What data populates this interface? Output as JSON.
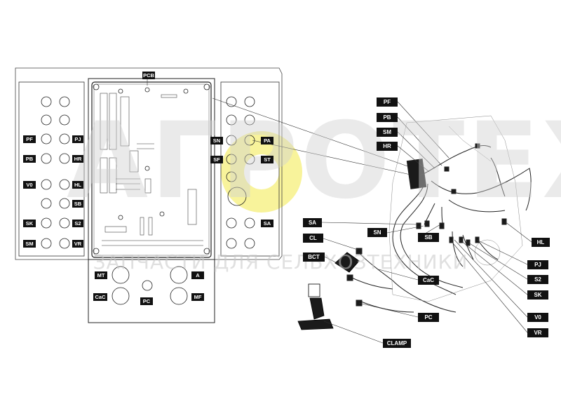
{
  "left_panel_labels": {
    "pcb": "PCB",
    "pf": "PF",
    "pj": "PJ",
    "pb": "PB",
    "hr": "HR",
    "v0": "V0",
    "hl": "HL",
    "sb": "SB",
    "sk": "SK",
    "s2": "S2",
    "sm": "SM",
    "vr": "VR",
    "sn": "SN",
    "pa": "PA",
    "sf": "SF",
    "st": "ST",
    "sa": "SA",
    "mt": "MT",
    "a": "A",
    "cac": "CaC",
    "pc": "PC",
    "mf": "MF"
  },
  "right_callouts": {
    "pf": "PF",
    "pb": "PB",
    "sm": "SM",
    "hr": "HR",
    "sa": "SA",
    "sn": "SN",
    "sb": "SB",
    "cl": "CL",
    "bct": "BCT",
    "hl": "HL",
    "pj": "PJ",
    "cac": "CaC",
    "s2": "S2",
    "sk": "SK",
    "pc": "PC",
    "v0": "V0",
    "vr": "VR",
    "clamp": "CLAMP"
  },
  "watermark": {
    "logo_text": "АГРОТЕХ",
    "caption": "ЗАПЧАСТИ ДЛЯ СЕЛЬХОЗТЕХНИКИ",
    "gear_color": "#f2e600"
  }
}
